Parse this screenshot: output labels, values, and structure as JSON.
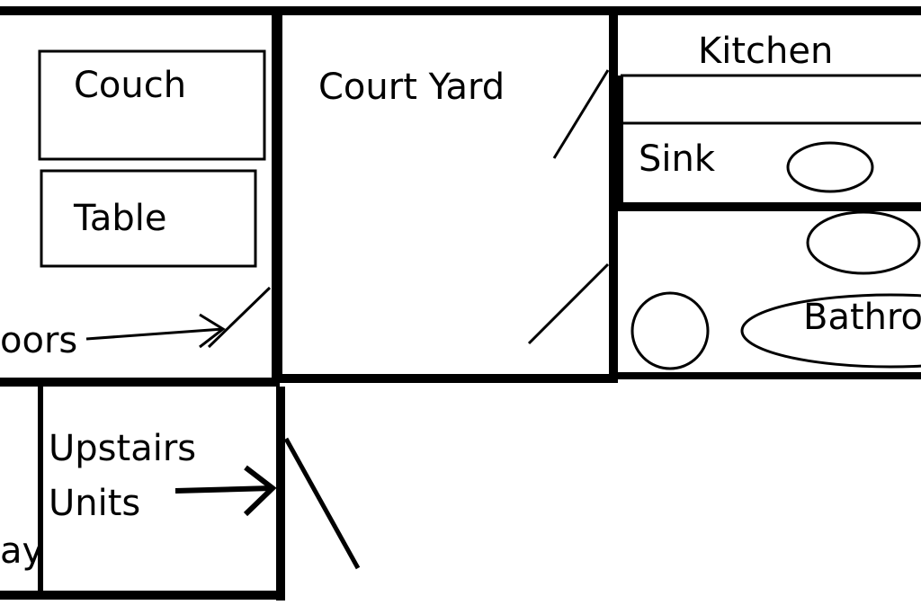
{
  "labels": {
    "couch": "Couch",
    "table": "Table",
    "doors": "oors",
    "court_yard": "Court Yard",
    "kitchen": "Kitchen",
    "sink": "Sink",
    "bathroom": "Bathro",
    "upstairs_line1": "Upstairs",
    "upstairs_line2": "Units",
    "hallway": "ay"
  },
  "colors": {
    "ink": "#000000",
    "paper": "#ffffff"
  }
}
